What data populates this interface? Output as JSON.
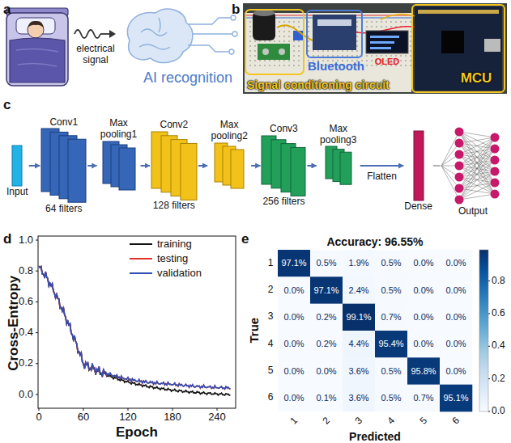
{
  "diagram": {
    "nodes": [
      {
        "text": [
          "Input"
        ]
      },
      {
        "text": [
          "Conv1",
          "64 filters"
        ]
      },
      {
        "text": [
          "Max pooling1"
        ]
      },
      {
        "text": [
          "Conv2",
          "128 filters"
        ]
      },
      {
        "text": [
          "Max pooling2"
        ]
      },
      {
        "text": [
          "Conv3",
          "256 filters"
        ]
      },
      {
        "text": [
          "Max pooling3"
        ]
      },
      {
        "text": [
          "Dense"
        ]
      },
      {
        "text": [
          "Output"
        ]
      }
    ],
    "edges": [
      {
        "from": 0,
        "to": 1,
        "arrow": "to"
      },
      {
        "from": 1,
        "to": 2,
        "arrow": "to"
      },
      {
        "from": 2,
        "to": 3,
        "arrow": "to"
      },
      {
        "from": 3,
        "to": 4,
        "arrow": "to"
      },
      {
        "from": 4,
        "to": 5,
        "arrow": "to"
      },
      {
        "from": 5,
        "to": 6,
        "arrow": "to"
      },
      {
        "from": 6,
        "to": 7,
        "label": "Flatten",
        "arrow": "to"
      },
      {
        "from": 7,
        "to": 8,
        "arrow": "none"
      }
    ],
    "labels": [
      "a",
      "electrical signal",
      "AI recognition",
      "b",
      "Signal conditioning circuit",
      "Bluetooth",
      "OLED",
      "MCU",
      "c",
      "d",
      "Cross-Entropy",
      "Epoch",
      "0.0",
      "0.2",
      "0.4",
      "0.6",
      "0.8",
      "1.0",
      "0",
      "60",
      "120",
      "180",
      "240",
      "e",
      "Accuracy: 96.55%",
      "True",
      "Predicted",
      "1",
      "2",
      "3",
      "4",
      "5",
      "6",
      "1",
      "2",
      "3",
      "4",
      "5",
      "6",
      "97.1%",
      "0.5%",
      "1.9%",
      "0.5%",
      "0.0%",
      "0.0%",
      "0.0%",
      "97.1%",
      "2.4%",
      "0.5%",
      "0.0%",
      "0.0%",
      "0.0%",
      "0.2%",
      "99.1%",
      "0.7%",
      "0.0%",
      "0.0%",
      "0.0%",
      "0.2%",
      "4.4%",
      "95.4%",
      "0.0%",
      "0.0%",
      "0.0%",
      "0.0%",
      "3.6%",
      "0.5%",
      "95.8%",
      "0.0%",
      "0.0%",
      "0.1%",
      "3.6%",
      "0.5%",
      "0.7%",
      "95.1%",
      "0.0",
      "0.2",
      "0.4",
      "0.6",
      "0.8"
    ],
    "legend": [
      {
        "text": "training"
      },
      {
        "text": "testing"
      },
      {
        "text": "validation"
      }
    ]
  }
}
